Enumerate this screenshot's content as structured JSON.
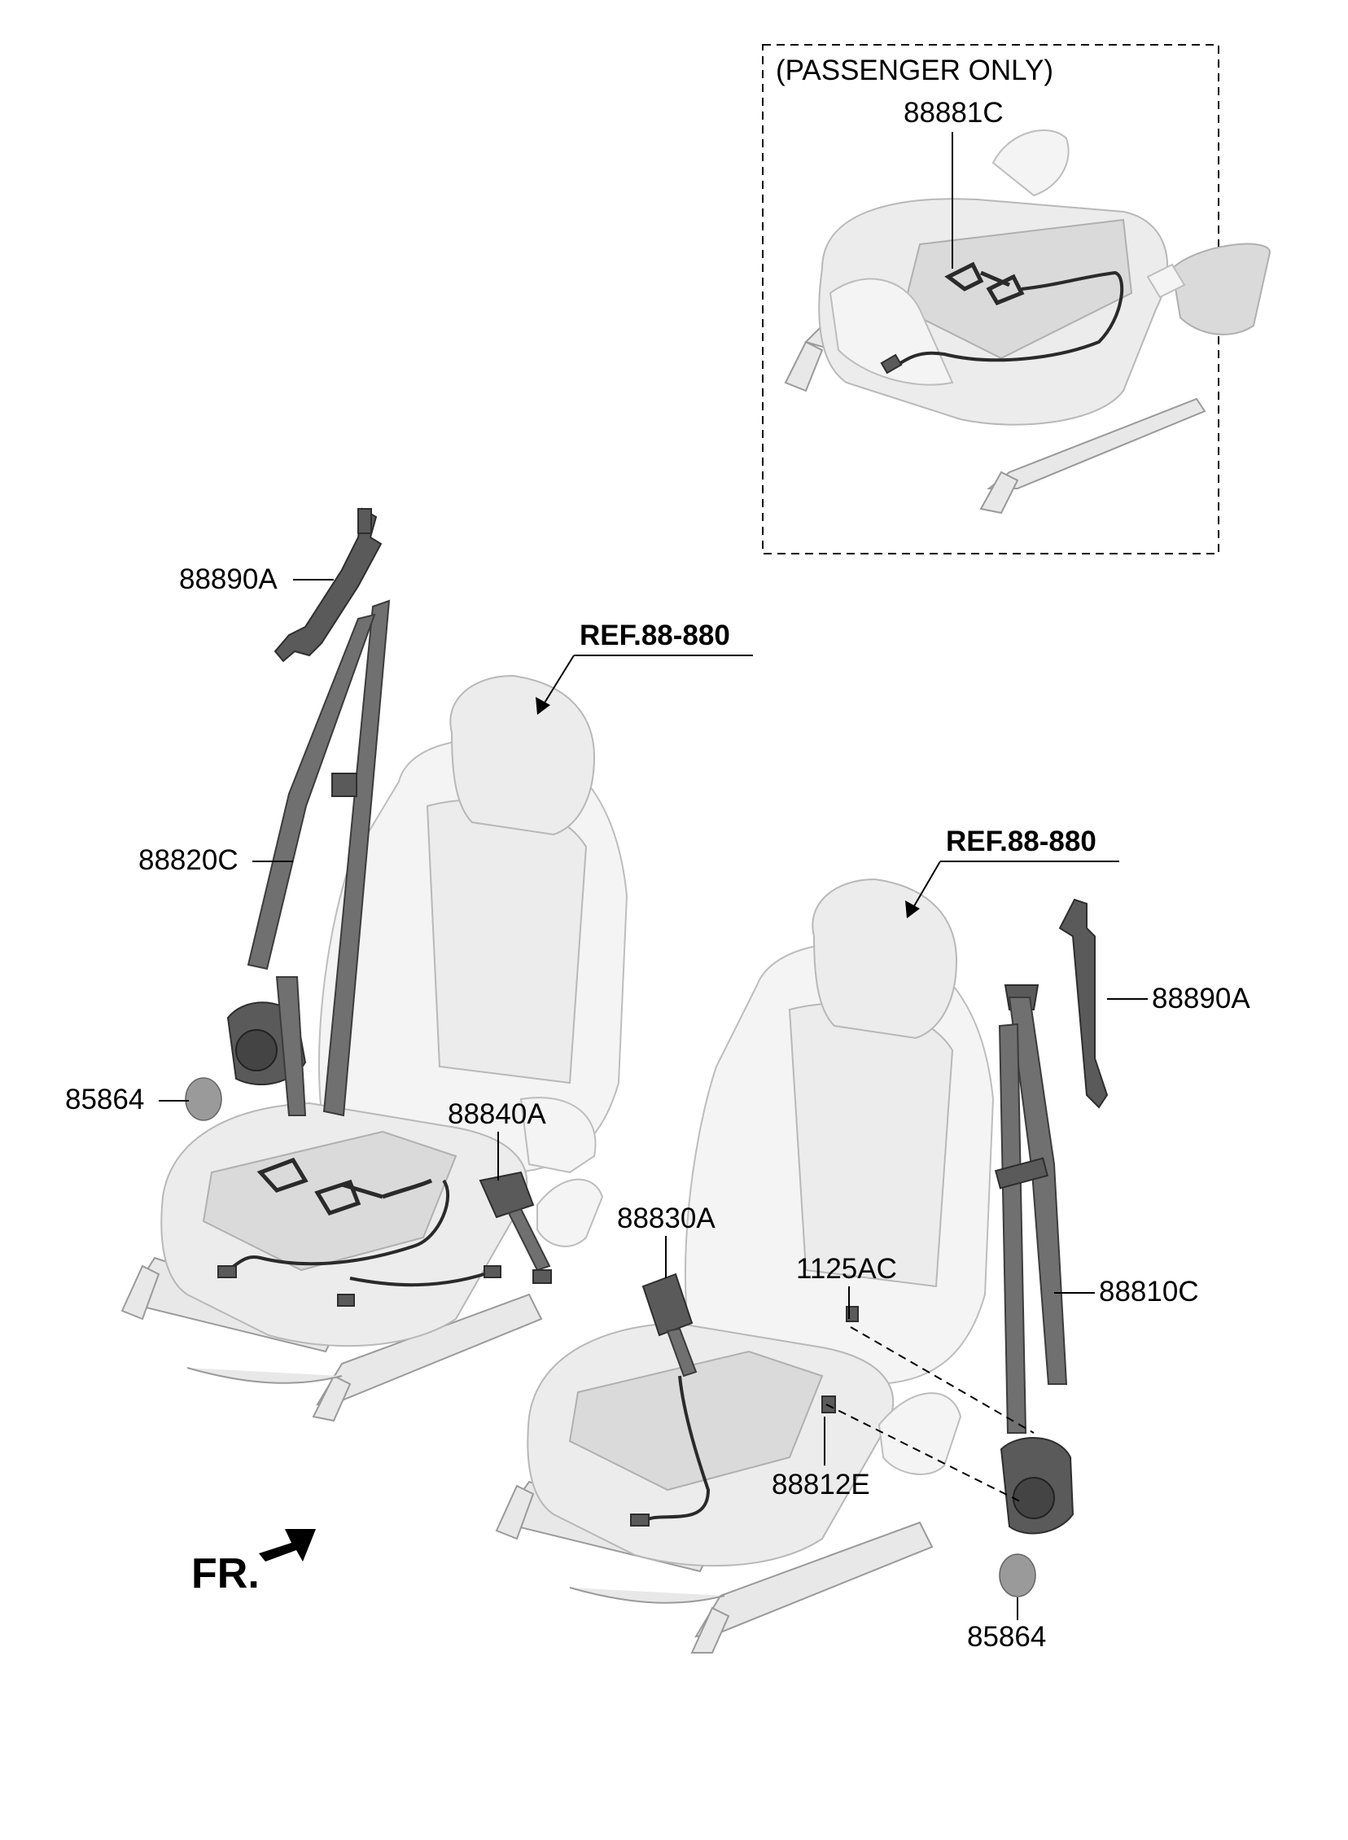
{
  "inset": {
    "title": "(PASSENGER ONLY)"
  },
  "refs": [
    "REF.88-880",
    "REF.88-880"
  ],
  "parts": {
    "p88881C": "88881C",
    "p88890A_left": "88890A",
    "p88820C": "88820C",
    "p85864_left": "85864",
    "p88840A": "88840A",
    "p88830A": "88830A",
    "p1125AC": "1125AC",
    "p88812E": "88812E",
    "p88810C": "88810C",
    "p88890A_right": "88890A",
    "p85864_right": "85864"
  },
  "front_marker": "FR."
}
